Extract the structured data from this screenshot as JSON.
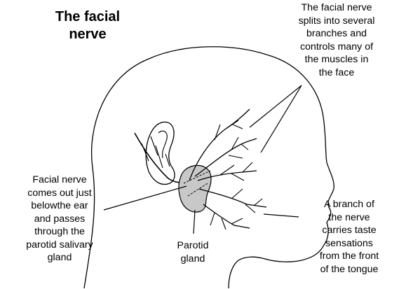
{
  "title": {
    "line1": "The facial",
    "line2": "nerve"
  },
  "labels": {
    "branches": [
      "The facial nerve",
      "splits into several",
      "branches and",
      "controls many of",
      "the muscles in",
      "the face"
    ],
    "facial_nerve_exit": [
      "Facial nerve",
      "comes out just",
      "belowthe ear",
      "and passes",
      "through the",
      "parotid salivary",
      "gland"
    ],
    "parotid": [
      "Parotid",
      "gland"
    ],
    "taste_branch": [
      "A branch of",
      "the nerve",
      "carries taste",
      "sensations",
      "from the front",
      "of the tongue"
    ]
  },
  "colors": {
    "line": "#000000",
    "gland_fill": "#c8c8c8",
    "background": "#ffffff"
  }
}
